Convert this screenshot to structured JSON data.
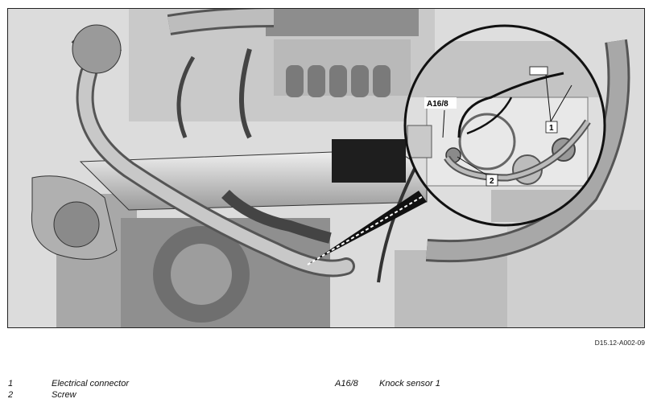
{
  "figure": {
    "code": "D15.12-A002-09",
    "callouts": {
      "label_1": "1",
      "label_2": "2",
      "label_a16_8": "A16/8"
    }
  },
  "legend": {
    "left": [
      {
        "key": "1",
        "text": "Electrical connector"
      },
      {
        "key": "2",
        "text": "Screw"
      }
    ],
    "right": [
      {
        "key": "A16/8",
        "text": "Knock sensor 1"
      }
    ]
  }
}
